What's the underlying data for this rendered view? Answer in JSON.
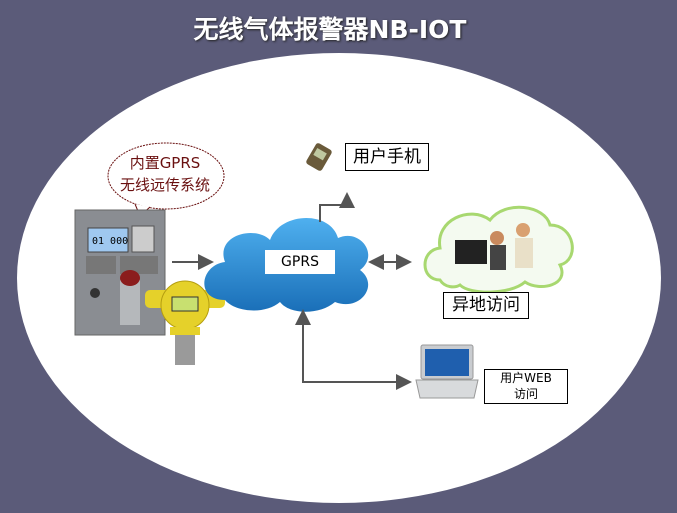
{
  "title": "无线气体报警器NB-IOT",
  "bubble": {
    "line1": "内置GPRS",
    "line2": "无线远传系统"
  },
  "cloud_label": "GPRS",
  "nodes": {
    "phone": "用户手机",
    "remote": "异地访问",
    "web_line1": "用户WEB",
    "web_line2": "访问"
  },
  "colors": {
    "background": "#5b5b79",
    "cloud": "#2d8fd6",
    "bubble_text": "#6a1010"
  }
}
